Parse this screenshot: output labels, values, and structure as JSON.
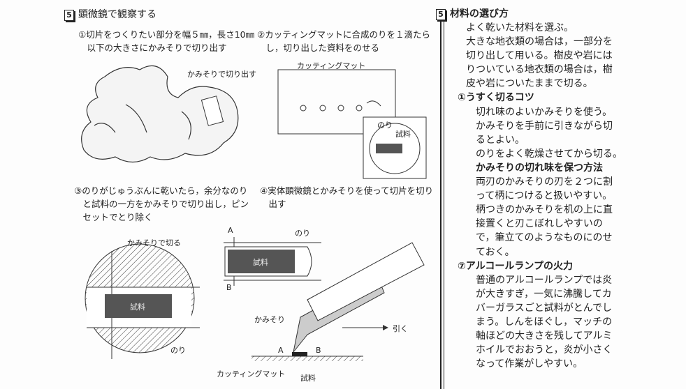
{
  "left": {
    "section_number": "5",
    "section_title": "顕微鏡で観察する",
    "steps": [
      {
        "lines": [
          "①切片をつくりたい部分を幅５㎜，長さ10㎜",
          "　以下の大きさにかみそりで切り出す"
        ]
      },
      {
        "lines": [
          "②カッティングマットに合成のりを１滴たら",
          "　し，切り出した資料をのせる"
        ]
      },
      {
        "lines": [
          "③のりがじゅうぶんに乾いたら，余分なのり",
          "　と試料の一方をかみそりで切り出し，ピン",
          "　セットでとり除く"
        ]
      },
      {
        "lines": [
          "④実体顕微鏡とかみそりを使って切片を切り",
          "　出す"
        ]
      }
    ],
    "figure_labels": {
      "cut_here": "かみそりで切り出す",
      "cutting_mat": "カッティングマット",
      "glue": "のり",
      "sample": "試料",
      "cut_with_razor": "かみそりで切る",
      "point_a": "A",
      "point_b": "B",
      "razor": "かみそり",
      "pull": "引く"
    }
  },
  "right": {
    "section_number": "5",
    "section_title": "材料の選び方",
    "lines": [
      {
        "text": "よく乾いた材料を選ぶ。",
        "style": "i1"
      },
      {
        "text": "大きな地衣類の場合は，一部分を",
        "style": "i1"
      },
      {
        "text": "切り出して用いる。樹皮や岩には",
        "style": "i1"
      },
      {
        "text": "りついている地衣類の場合は，樹",
        "style": "i1"
      },
      {
        "text": "皮や岩についたままで切る。",
        "style": "i1"
      },
      {
        "text": "①うすく切るコツ",
        "style": "b"
      },
      {
        "text": "切れ味のよいかみそりを使う。",
        "style": "i2"
      },
      {
        "text": "かみそりを手前に引きながら切",
        "style": "i2"
      },
      {
        "text": "るとよい。",
        "style": "i2"
      },
      {
        "text": "のりをよく乾燥させてから切る。",
        "style": "i2"
      },
      {
        "text": "かみそりの切れ味を保つ方法",
        "style": "b i2"
      },
      {
        "text": "両刃のかみそりの刃を２つに割",
        "style": "i2"
      },
      {
        "text": "って柄につけると扱いやすい。",
        "style": "i2"
      },
      {
        "text": "柄つきのかみそりを机の上に直",
        "style": "i2"
      },
      {
        "text": "接置くと刃こぼれしやすいの",
        "style": "i2"
      },
      {
        "text": "で，筆立てのようなものにのせ",
        "style": "i2"
      },
      {
        "text": "ておく。",
        "style": "i2"
      },
      {
        "text": "⑦アルコールランプの火力",
        "style": "b"
      },
      {
        "text": "普通のアルコールランプでは炎",
        "style": "i2"
      },
      {
        "text": "が大きすぎ，一気に沸騰してカ",
        "style": "i2"
      },
      {
        "text": "バーガラスごと試料がとんでし",
        "style": "i2"
      },
      {
        "text": "まう。しんをほぐし，マッチの",
        "style": "i2"
      },
      {
        "text": "軸ほどの大きさを残してアルミ",
        "style": "i2"
      },
      {
        "text": "ホイルでおおうと，炎が小さく",
        "style": "i2"
      },
      {
        "text": "なって作業がしやすい。",
        "style": "i2"
      }
    ]
  }
}
